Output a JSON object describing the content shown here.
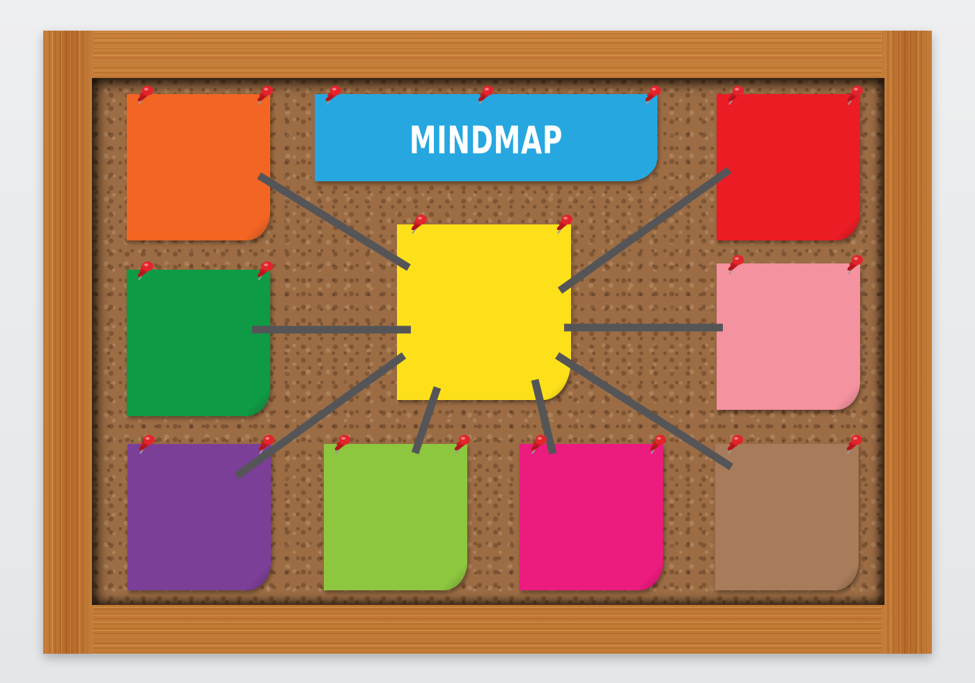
{
  "title": "MINDMAP",
  "colors": {
    "frame_wood": "#c37b36",
    "cork": "#9c6d45",
    "connector": "#555558",
    "pin": "#e3242b",
    "title_note": "#27a7e0",
    "center_note": "#fde01a"
  },
  "notes": [
    {
      "id": "orange",
      "color": "#f26522",
      "role": "branch"
    },
    {
      "id": "red",
      "color": "#ec1c24",
      "role": "branch"
    },
    {
      "id": "green",
      "color": "#0f9a45",
      "role": "branch"
    },
    {
      "id": "pink",
      "color": "#f4929f",
      "role": "branch"
    },
    {
      "id": "purple",
      "color": "#7b3f98",
      "role": "branch"
    },
    {
      "id": "lime",
      "color": "#8dc63f",
      "role": "branch"
    },
    {
      "id": "magenta",
      "color": "#ec1b7e",
      "role": "branch"
    },
    {
      "id": "brown",
      "color": "#a87c5a",
      "role": "branch"
    },
    {
      "id": "yellow",
      "color": "#fde01a",
      "role": "center"
    }
  ]
}
